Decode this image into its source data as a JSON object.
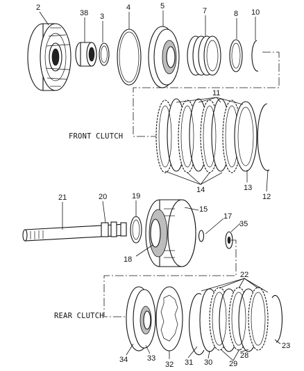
{
  "diagram": {
    "section_labels": {
      "front_clutch": "FRONT CLUTCH",
      "rear_clutch": "REAR CLUTCH"
    },
    "callouts": {
      "c2": "2",
      "c38": "38",
      "c3": "3",
      "c4": "4",
      "c5": "5",
      "c7": "7",
      "c8": "8",
      "c10": "10",
      "c11": "11",
      "c14": "14",
      "c13": "13",
      "c12": "12",
      "c21": "21",
      "c20": "20",
      "c19": "19",
      "c15": "15",
      "c17": "17",
      "c35": "35",
      "c18": "18",
      "c22": "22",
      "c23": "23",
      "c34": "34",
      "c33": "33",
      "c32": "32",
      "c31": "31",
      "c30": "30",
      "c29": "29",
      "c28": "28"
    }
  }
}
